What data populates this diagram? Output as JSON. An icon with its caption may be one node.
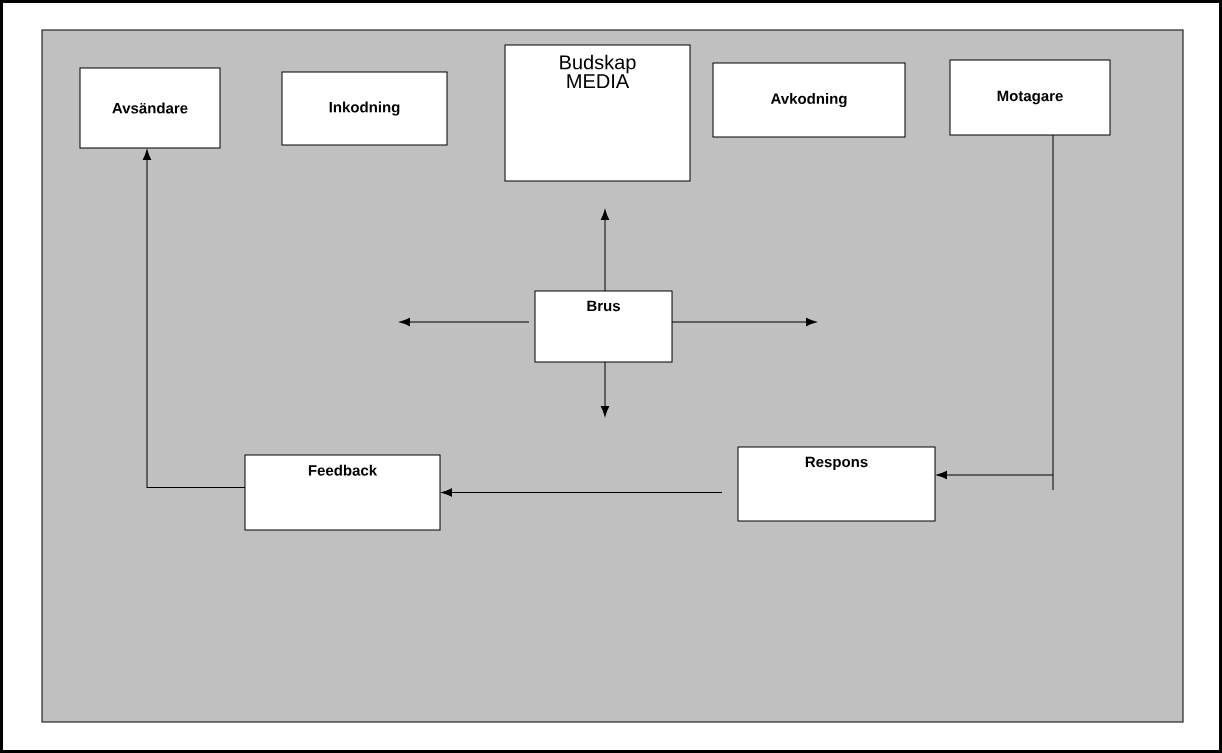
{
  "diagram": {
    "nodes": [
      {
        "text": [
          "Avsändare"
        ]
      },
      {
        "text": [
          "Inkodning"
        ]
      },
      {
        "text": [
          "Budskap MEDIA"
        ]
      },
      {
        "text": [
          "Avkodning"
        ]
      },
      {
        "text": [
          "Motagare"
        ]
      },
      {
        "text": [
          "Brus"
        ]
      },
      {
        "text": [
          "Feedback"
        ]
      },
      {
        "text": [
          "Respons"
        ]
      }
    ],
    "edges": [
      {
        "from": 5,
        "to": 2,
        "arrow": "to"
      },
      {
        "from": 5,
        "to": null,
        "arrow": "to"
      },
      {
        "from": 5,
        "to": null,
        "arrow": "to"
      },
      {
        "from": 5,
        "to": null,
        "arrow": "to"
      },
      {
        "from": 4,
        "to": 7,
        "arrow": "to"
      },
      {
        "from": 7,
        "to": 6,
        "arrow": "to"
      },
      {
        "from": 6,
        "to": 0,
        "arrow": "to"
      }
    ]
  }
}
